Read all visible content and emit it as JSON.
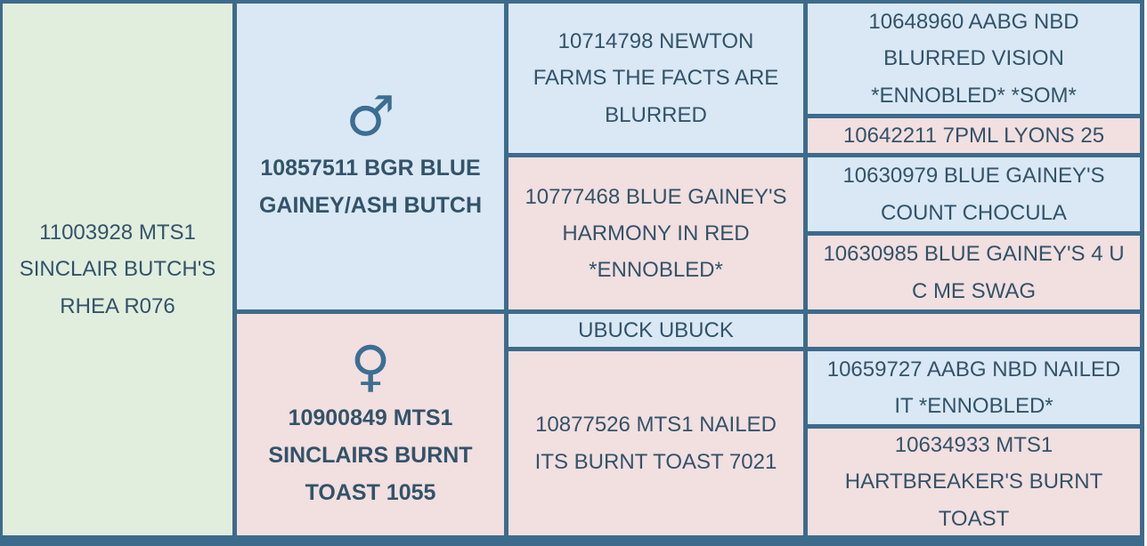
{
  "pedigree": {
    "subject": {
      "name": "11003928 MTS1 SINCLAIR BUTCH'S RHEA R076"
    },
    "sire": {
      "symbol": "♂",
      "name": "10857511 BGR BLUE GAINEY/ASH BUTCH"
    },
    "dam": {
      "symbol": "♀",
      "name": "10900849 MTS1 SINCLAIRS BURNT TOAST 1055"
    },
    "generation2": {
      "sires_sire": {
        "name": "10714798 NEWTON FARMS THE FACTS ARE BLURRED"
      },
      "sires_dam": {
        "name": "10777468 BLUE GAINEY'S HARMONY IN RED *ENNOBLED*"
      },
      "dams_sire": {
        "name": "UBUCK UBUCK"
      },
      "dams_dam": {
        "name": "10877526 MTS1 NAILED ITS BURNT TOAST 7021"
      }
    },
    "generation3": {
      "cell1": {
        "name": "10648960 AABG NBD BLURRED VISION *ENNOBLED* *SOM*"
      },
      "cell2": {
        "name": "10642211 7PML LYONS 25"
      },
      "cell3": {
        "name": "10630979 BLUE GAINEY'S COUNT CHOCULA"
      },
      "cell4": {
        "name": "10630985 BLUE GAINEY'S 4 U C ME SWAG"
      },
      "cell5": {
        "name": ""
      },
      "cell6": {
        "name": "10659727 AABG NBD NAILED IT *ENNOBLED*"
      },
      "cell7": {
        "name": "10634933 MTS1 HARTBREAKER'S BURNT TOAST"
      }
    },
    "colors": {
      "male_cell": "#d9e8f4",
      "female_cell": "#f2dfdf",
      "subject_cell": "#e1eedd",
      "border": "#3e6b8b",
      "text": "#32536a",
      "gender_symbol": "#3c6e93"
    }
  }
}
